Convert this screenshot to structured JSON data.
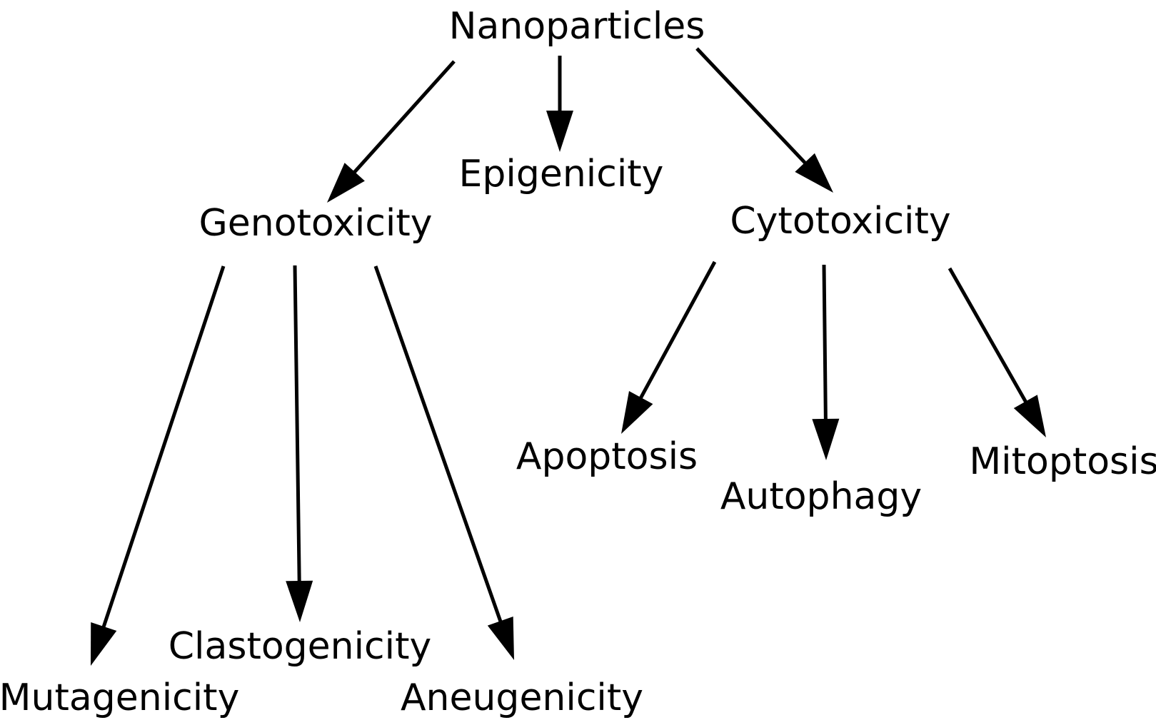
{
  "diagram": {
    "nodes": {
      "nanoparticles": "Nanoparticles",
      "genotoxicity": "Genotoxicity",
      "epigenicity": "Epigenicity",
      "cytotoxicity": "Cytotoxicity",
      "mutagenicity": "Mutagenicity",
      "clastogenicity": "Clastogenicity",
      "aneugenicity": "Aneugenicity",
      "apoptosis": "Apoptosis",
      "autophagy": "Autophagy",
      "mitoptosis": "Mitoptosis"
    },
    "edges": [
      {
        "from": "nanoparticles",
        "to": "genotoxicity"
      },
      {
        "from": "nanoparticles",
        "to": "epigenicity"
      },
      {
        "from": "nanoparticles",
        "to": "cytotoxicity"
      },
      {
        "from": "genotoxicity",
        "to": "mutagenicity"
      },
      {
        "from": "genotoxicity",
        "to": "clastogenicity"
      },
      {
        "from": "genotoxicity",
        "to": "aneugenicity"
      },
      {
        "from": "cytotoxicity",
        "to": "apoptosis"
      },
      {
        "from": "cytotoxicity",
        "to": "autophagy"
      },
      {
        "from": "cytotoxicity",
        "to": "mitoptosis"
      }
    ],
    "colors": {
      "line": "#000000",
      "text": "#000000",
      "background": "#ffffff"
    }
  }
}
